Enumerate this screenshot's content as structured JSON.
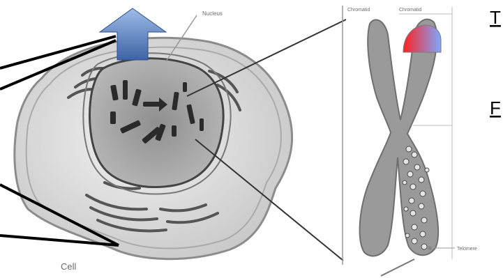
{
  "labels": {
    "nucleus": "Nucleus",
    "chromatid_left": "Chromatid",
    "chromatid_right": "Chromatid",
    "cell": "Cell",
    "telomere": "Telomere"
  },
  "cropped_text": {
    "top_right": "T",
    "middle_right": "F"
  },
  "colors": {
    "arrow": "#6a8fcf",
    "cap_start": "#ff2020",
    "cap_end": "#7ea8ff"
  }
}
